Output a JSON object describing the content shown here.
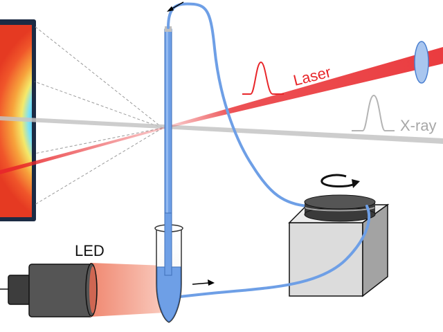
{
  "labels": {
    "laser": "Laser",
    "xray": "X-ray",
    "led": "LED"
  },
  "colors": {
    "laser": "#e8262a",
    "xray": "#b4b4b4",
    "tubing": "#6e9fe6",
    "led_light": "#f08a70",
    "camera_body": "#555555",
    "pump_box": "#d9d9d9",
    "detector_frame": "#1c2b44"
  },
  "icons": [
    "rotation-arrow-icon",
    "flow-arrow-icon",
    "laser-pulse-icon",
    "xray-pulse-icon"
  ]
}
